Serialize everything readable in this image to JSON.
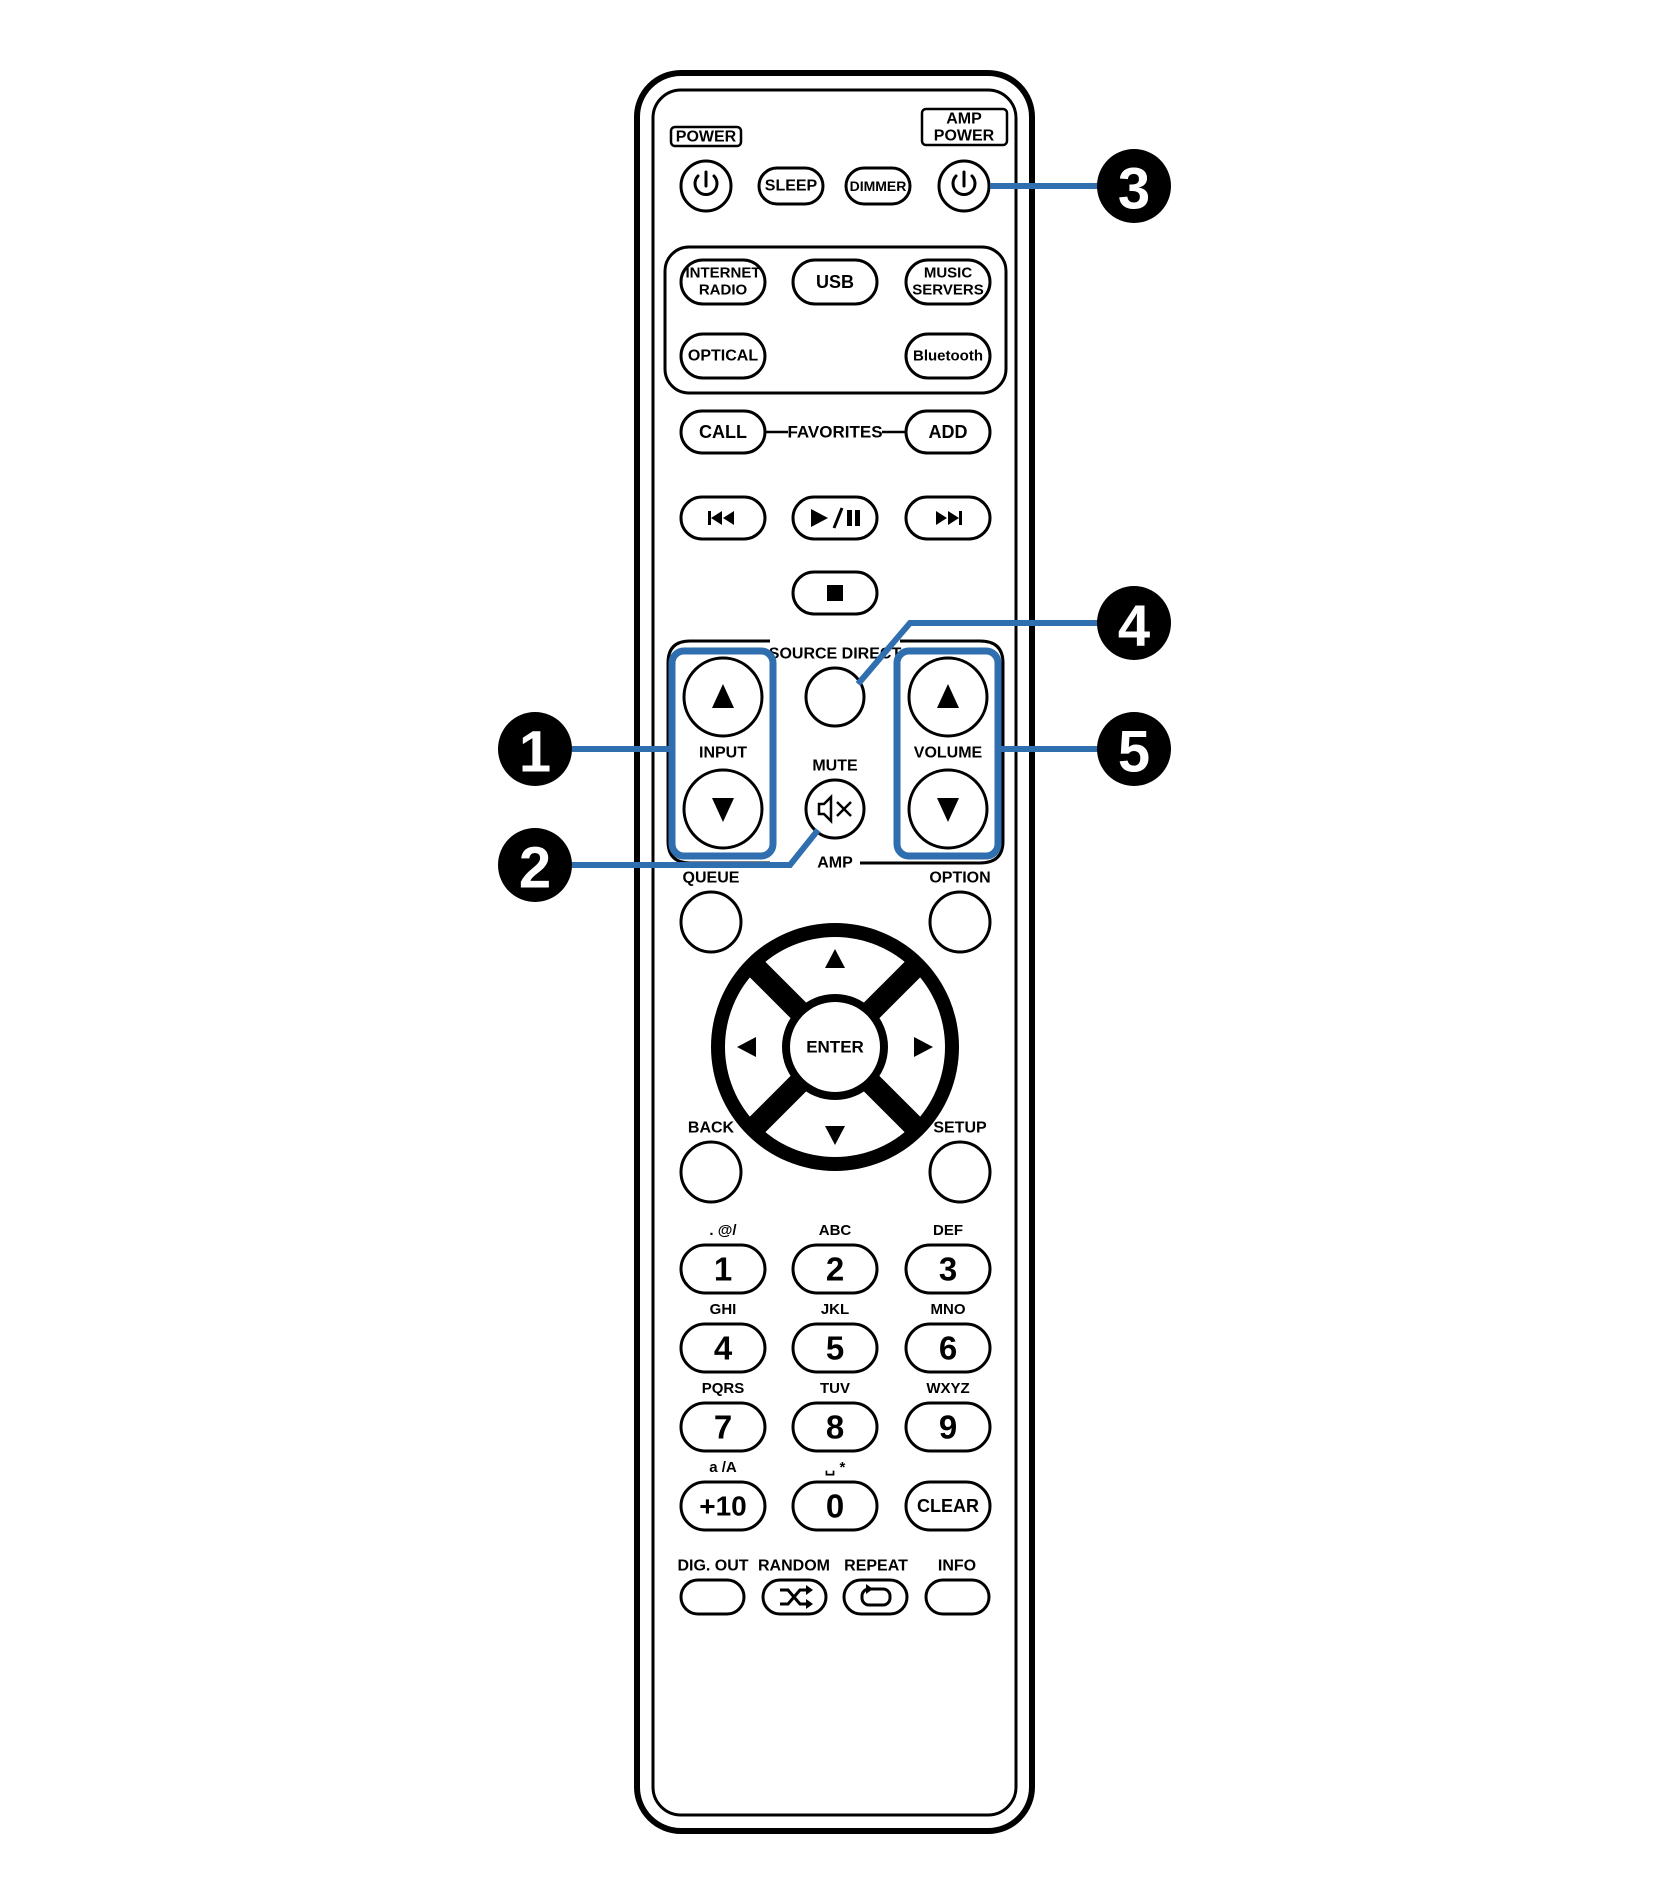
{
  "remote": {
    "top": {
      "power_label": "POWER",
      "amp_power_line1": "AMP",
      "amp_power_line2": "POWER",
      "sleep": "SLEEP",
      "dimmer": "DIMMER"
    },
    "sources": {
      "internet_radio_line1": "INTERNET",
      "internet_radio_line2": "RADIO",
      "usb": "USB",
      "music_servers_line1": "MUSIC",
      "music_servers_line2": "SERVERS",
      "optical": "OPTICAL",
      "bluetooth": "Bluetooth"
    },
    "favorites": {
      "call": "CALL",
      "label": "FAVORITES",
      "add": "ADD"
    },
    "amp_section": {
      "source_direct": "SOURCE DIRECT",
      "input": "INPUT",
      "mute": "MUTE",
      "volume": "VOLUME",
      "amp": "AMP"
    },
    "navigation": {
      "queue": "QUEUE",
      "option": "OPTION",
      "enter": "ENTER",
      "back": "BACK",
      "setup": "SETUP"
    },
    "keypad": [
      {
        "num": "1",
        "letters": ". @/"
      },
      {
        "num": "2",
        "letters": "ABC"
      },
      {
        "num": "3",
        "letters": "DEF"
      },
      {
        "num": "4",
        "letters": "GHI"
      },
      {
        "num": "5",
        "letters": "JKL"
      },
      {
        "num": "6",
        "letters": "MNO"
      },
      {
        "num": "7",
        "letters": "PQRS"
      },
      {
        "num": "8",
        "letters": "TUV"
      },
      {
        "num": "9",
        "letters": "WXYZ"
      },
      {
        "num": "+10",
        "letters": "a /A"
      },
      {
        "num": "0",
        "letters": "␣ *"
      },
      {
        "num": "CLEAR",
        "letters": ""
      }
    ],
    "bottom": {
      "dig_out": "DIG. OUT",
      "random": "RANDOM",
      "repeat": "REPEAT",
      "info": "INFO"
    }
  },
  "callouts": [
    "1",
    "2",
    "3",
    "4",
    "5"
  ],
  "colors": {
    "highlight": "#2f6eaf",
    "outline": "#000000"
  }
}
